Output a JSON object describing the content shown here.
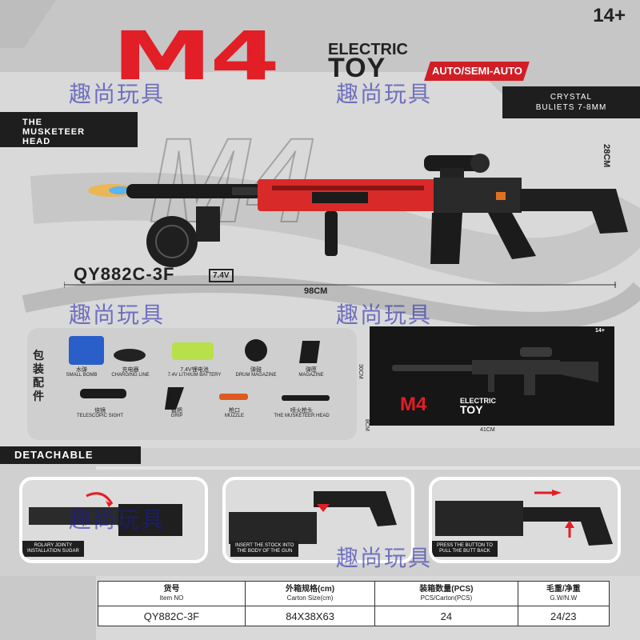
{
  "header": {
    "age": "14+",
    "title_big": "M4",
    "electric": "ELECTRIC",
    "toy": "TOY",
    "mode": "AUTO/SEMI-AUTO",
    "crystal": "CRYSTAL\nBULIETS 7-8MM",
    "musketeer": "THE\nMUSKETEER\nHEAD"
  },
  "product": {
    "model": "QY882C-3F",
    "battery_badge": "7.4V",
    "height": "28CM",
    "length": "98CM",
    "outline_text": "M4"
  },
  "package": {
    "title": "包\n装\n配\n件",
    "items": [
      {
        "cn": "水弹",
        "en": "SMALL BOMB"
      },
      {
        "cn": "充电器",
        "en": "CHARGING LINE"
      },
      {
        "cn": "7.4V锂电池",
        "en": "7.4V LITHIUM BATTERY"
      },
      {
        "cn": "弹鼓",
        "en": "DRUM MAGAZINE"
      },
      {
        "cn": "弹匣",
        "en": "MAGAZINE"
      },
      {
        "cn": "倍镜",
        "en": "TELESCOPIC SIGHT"
      },
      {
        "cn": "握把",
        "en": "GRIP"
      },
      {
        "cn": "枪口",
        "en": "MUZZLE"
      },
      {
        "cn": "喷火枪头",
        "en": "THE MUSKETEER HEAD"
      }
    ]
  },
  "box": {
    "age": "14+",
    "m4": "M4",
    "electric": "ELECTRIC",
    "toy": "TOY",
    "width": "41CM",
    "height": "30CM",
    "depth": "8CM"
  },
  "detachable": {
    "label": "DETACHABLE",
    "steps": [
      {
        "caption": "ROLARY JOINTY\nINSTALLATION SUGAR"
      },
      {
        "caption": "INSERT THE STOCK INTO\nTHE BODY OF THE GUN"
      },
      {
        "caption": "PRESS THE BUTTON TO\nPULL THE BUTT BACK"
      }
    ]
  },
  "spec_table": {
    "headers": [
      {
        "cn": "货号",
        "en": "Item NO"
      },
      {
        "cn": "外箱规格(cm)",
        "en": "Carton Size(cm)"
      },
      {
        "cn": "装箱数量(PCS)",
        "en": "PCS/Carton(PCS)"
      },
      {
        "cn": "毛重/净重",
        "en": "G.W/N.W"
      }
    ],
    "values": [
      "QY882C-3F",
      "84X38X63",
      "24",
      "24/23"
    ]
  },
  "watermark": "趣尚玩具",
  "colors": {
    "accent": "#e21e26",
    "dark": "#1e1e1e",
    "background": "#d7d7d7"
  }
}
